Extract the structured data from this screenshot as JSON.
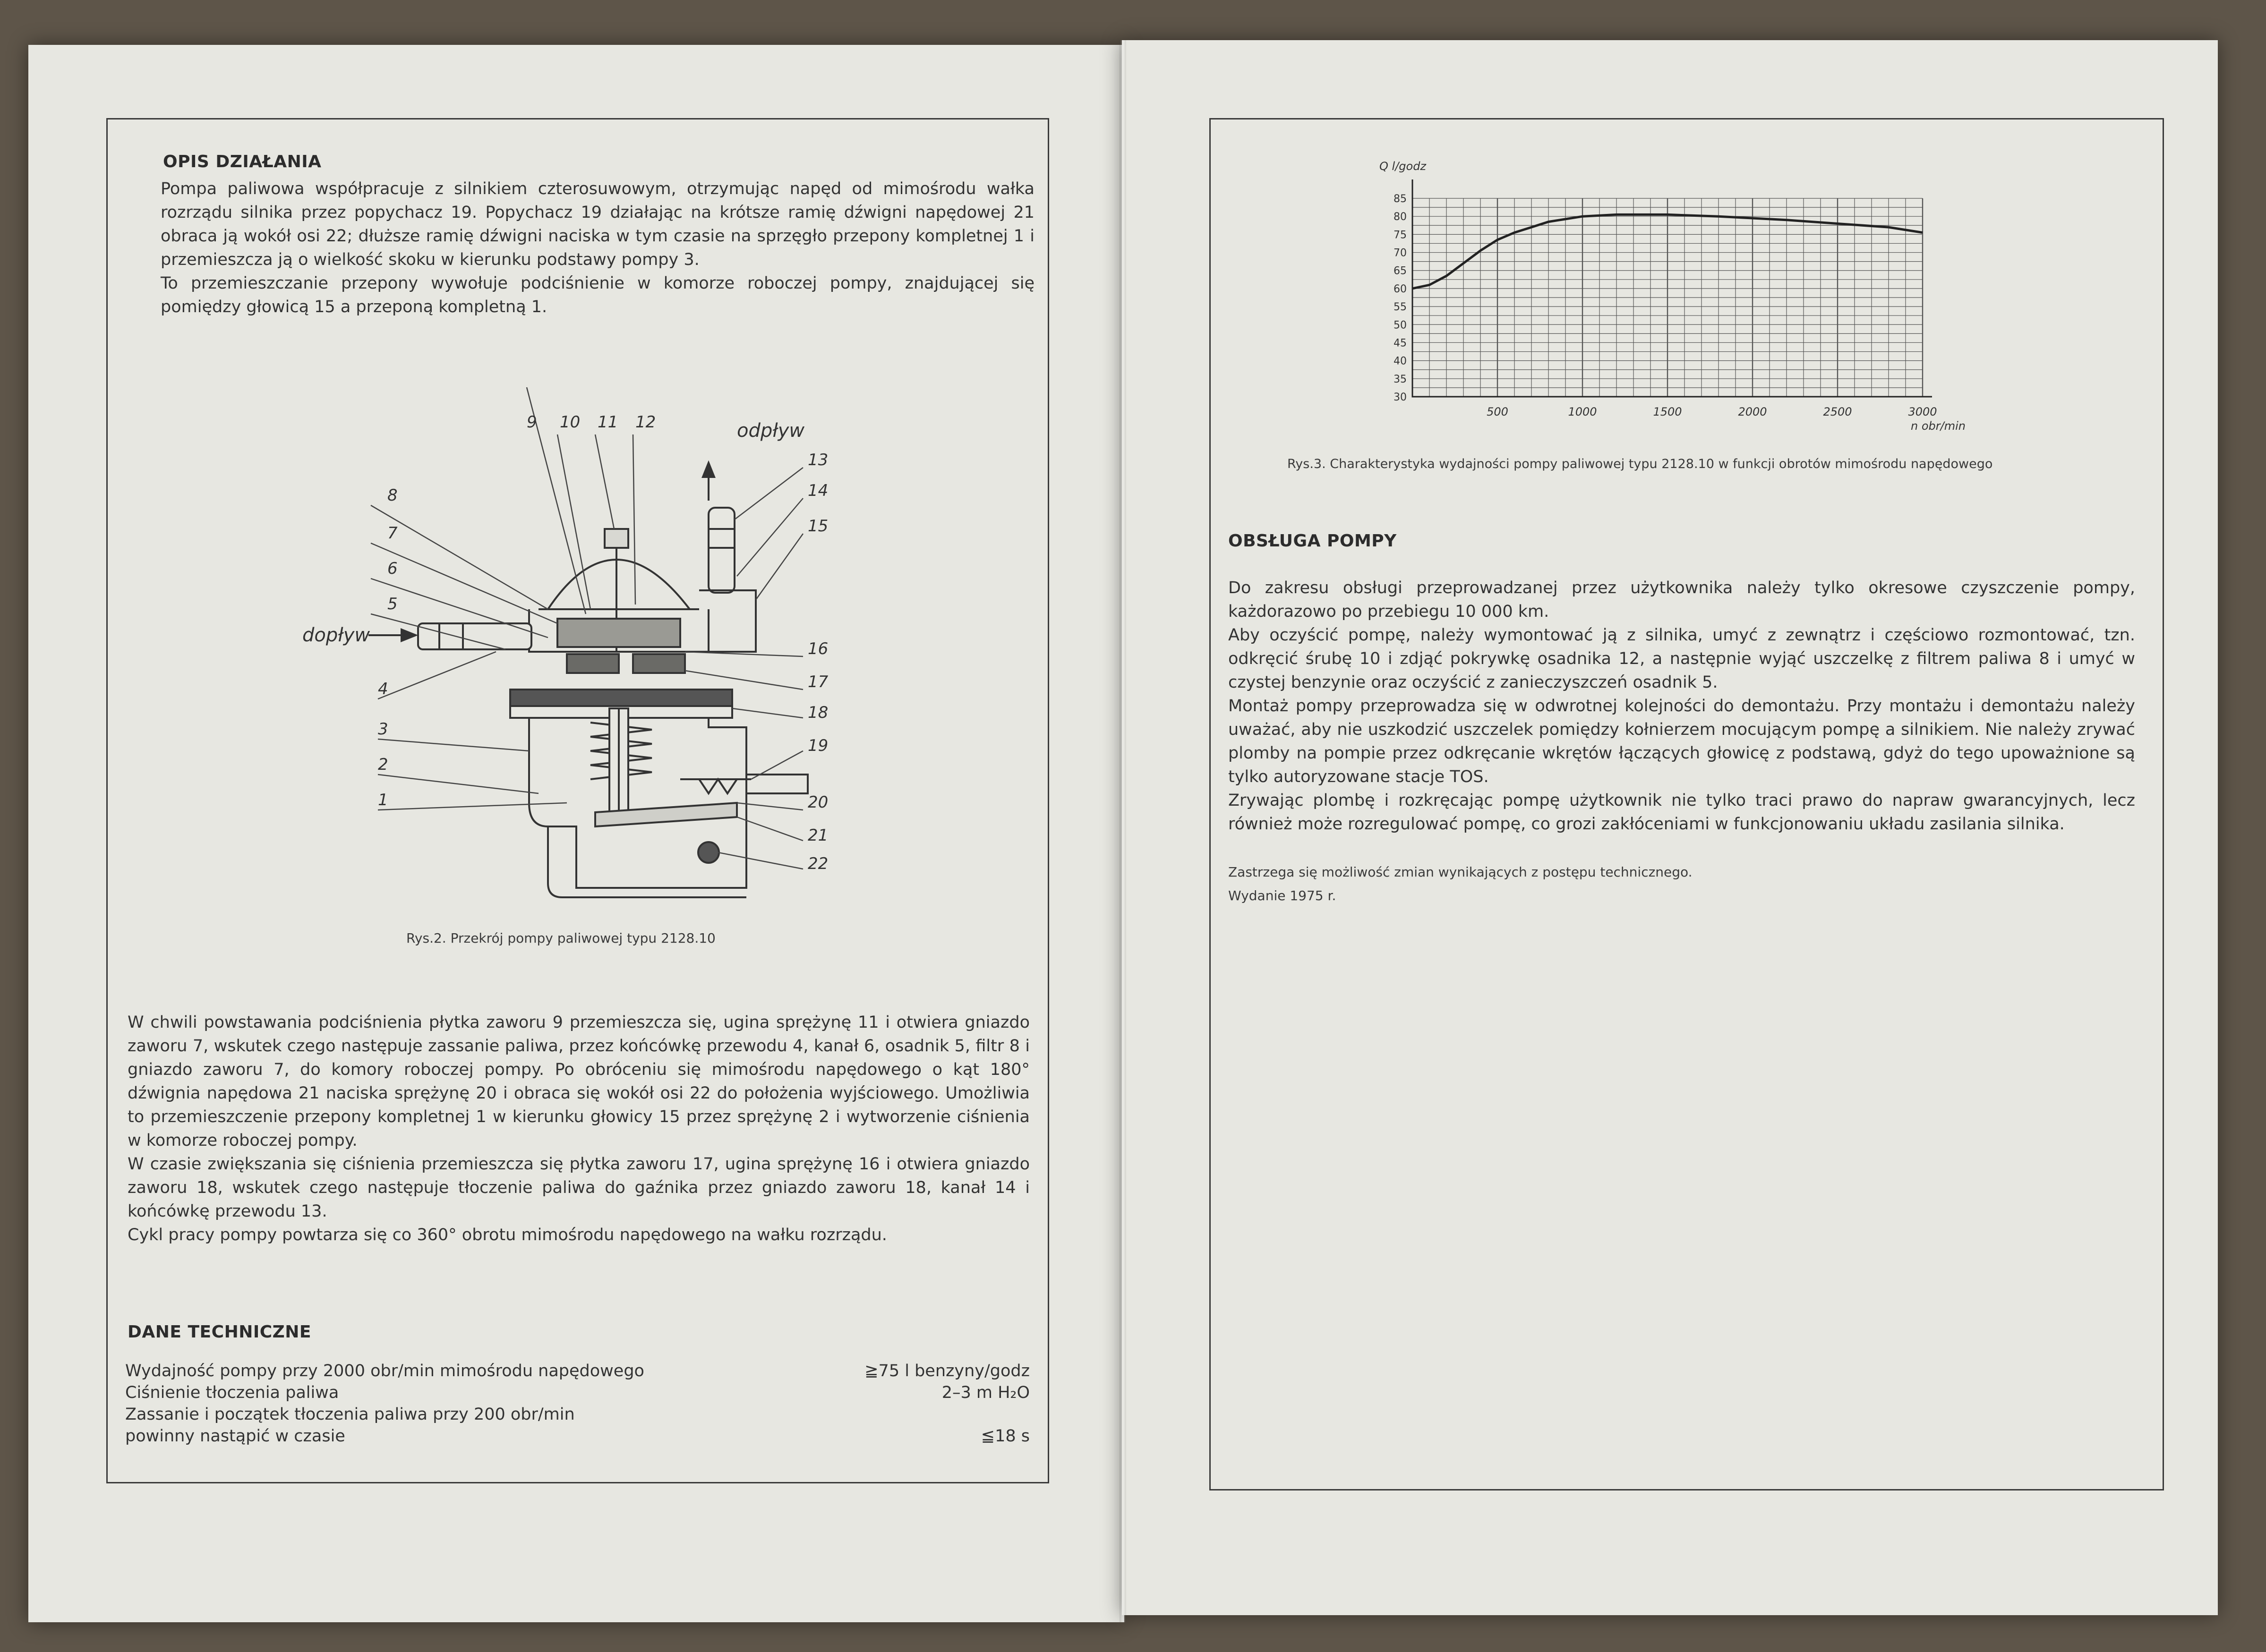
{
  "left_page": {
    "opis": {
      "heading": "OPIS DZIAŁANIA",
      "paragraphs": [
        "Pompa paliwowa współpracuje z silnikiem czterosuwowym, otrzymując napęd od mimośrodu wałka rozrządu silnika przez popychacz 19. Popychacz 19 działając na krótsze ramię dźwigni napędowej 21 obraca ją wokół osi 22; dłuższe ramię dźwigni naciska w tym czasie na sprzęgło przepony kompletnej 1 i przemieszcza ją o wielkość skoku w kierunku podstawy pompy 3.",
        "To przemieszczanie przepony wywołuje podciśnienie w komorze roboczej pompy, znajdującej się pomiędzy głowicą 15 a przeponą kompletną 1."
      ]
    },
    "diagram": {
      "caption": "Rys.2. Przekrój pompy paliwowej typu 2128.10",
      "label_inflow": "dopływ",
      "label_outflow": "odpływ",
      "numbers_top": [
        "9",
        "10",
        "11",
        "12"
      ],
      "numbers_left": [
        "8",
        "7",
        "6",
        "5",
        "4",
        "3",
        "2",
        "1"
      ],
      "numbers_right": [
        "13",
        "14",
        "15",
        "16",
        "17",
        "18",
        "19",
        "20",
        "21",
        "22"
      ]
    },
    "cycle": {
      "paragraphs": [
        "W chwili powstawania podciśnienia płytka zaworu 9 przemieszcza się, ugina sprężynę 11 i otwiera gniazdo zaworu 7, wskutek czego następuje zassanie paliwa, przez końcówkę przewodu 4, kanał 6, osadnik 5, filtr 8 i gniazdo zaworu 7, do komory roboczej pompy. Po obróceniu się mimośrodu napędowego o kąt 180° dźwignia napędowa 21 naciska sprężynę 20 i obraca się wokół osi 22 do położenia wyjściowego. Umożliwia to przemieszczenie przepony kompletnej 1 w kierunku głowicy 15 przez sprężynę 2 i wytworzenie ciśnienia w komorze roboczej pompy.",
        "W czasie zwiększania się ciśnienia przemieszcza się płytka zaworu 17, ugina sprężynę 16 i otwiera gniazdo zaworu 18, wskutek czego następuje tłoczenie paliwa do gaźnika przez gniazdo zaworu 18, kanał 14 i końcówkę przewodu 13.",
        "Cykl pracy pompy powtarza się co 360° obrotu mimośrodu napędowego na wałku rozrządu."
      ]
    },
    "dane": {
      "heading": "DANE TECHNICZNE",
      "rows": [
        {
          "label": "Wydajność pompy przy 2000 obr/min mimośrodu napędowego",
          "value": "≧75 l benzyny/godz"
        },
        {
          "label": "Ciśnienie tłoczenia paliwa",
          "value": "2–3 m H₂O"
        },
        {
          "label": "Zassanie i początek tłoczenia paliwa przy 200 obr/min",
          "value": ""
        },
        {
          "label": "powinny nastąpić w czasie",
          "value": "≦18 s"
        }
      ]
    }
  },
  "right_page": {
    "chart_caption": "Rys.3. Charakterystyka wydajności pompy paliwowej typu 2128.10 w funkcji obrotów mimośrodu napędowego",
    "obsluga": {
      "heading": "OBSŁUGA POMPY",
      "paragraphs": [
        "Do zakresu obsługi przeprowadzanej przez użytkownika należy tylko okresowe czyszczenie pompy, każdorazowo po przebiegu 10 000 km.",
        "Aby oczyścić pompę, należy wymontować ją z silnika, umyć z zewnątrz i częściowo rozmontować, tzn. odkręcić śrubę 10 i zdjąć pokrywkę osadnika 12, a następnie wyjąć uszczelkę z filtrem paliwa 8 i umyć w czystej benzynie oraz oczyścić z zanieczyszczeń osadnik 5.",
        "Montaż pompy przeprowadza się w odwrotnej kolejności do demontażu. Przy montażu i demontażu należy uważać, aby nie uszkodzić uszczelek pomiędzy kołnierzem mocującym pompę a silnikiem. Nie należy zrywać plomby na pompie przez odkręcanie wkrętów łączących głowicę z podstawą, gdyż do tego upoważnione są tylko autoryzowane stacje TOS.",
        "Zrywając plombę i rozkręcając pompę użytkownik nie tylko traci prawo do napraw gwarancyjnych, lecz również może rozregulować pompę, co grozi zakłóceniami w funkcjonowaniu układu zasilania silnika."
      ]
    },
    "footnote_1": "Zastrzega się możliwość zmian wynikających z postępu technicznego.",
    "footnote_2": "Wydanie 1975 r."
  },
  "chart_data": {
    "type": "line",
    "title": "",
    "ylabel": "Q l/godz",
    "xlabel": "n obr/min",
    "xlim": [
      0,
      3000
    ],
    "ylim": [
      30,
      85
    ],
    "x_ticks": [
      500,
      1000,
      1500,
      2000,
      2500,
      3000
    ],
    "y_ticks": [
      30,
      35,
      40,
      45,
      50,
      55,
      60,
      65,
      70,
      75,
      80,
      85
    ],
    "grid": true,
    "series": [
      {
        "x": [
          0,
          100,
          200,
          300,
          400,
          500,
          600,
          700,
          800,
          1000,
          1200,
          1500,
          1800,
          2000,
          2200,
          2500,
          2800,
          3000
        ],
        "values": [
          60,
          61,
          63.5,
          67,
          70.5,
          73.5,
          75.5,
          77,
          78.5,
          80,
          80.5,
          80.5,
          80,
          79.5,
          79,
          78,
          77,
          75.5
        ]
      }
    ]
  }
}
